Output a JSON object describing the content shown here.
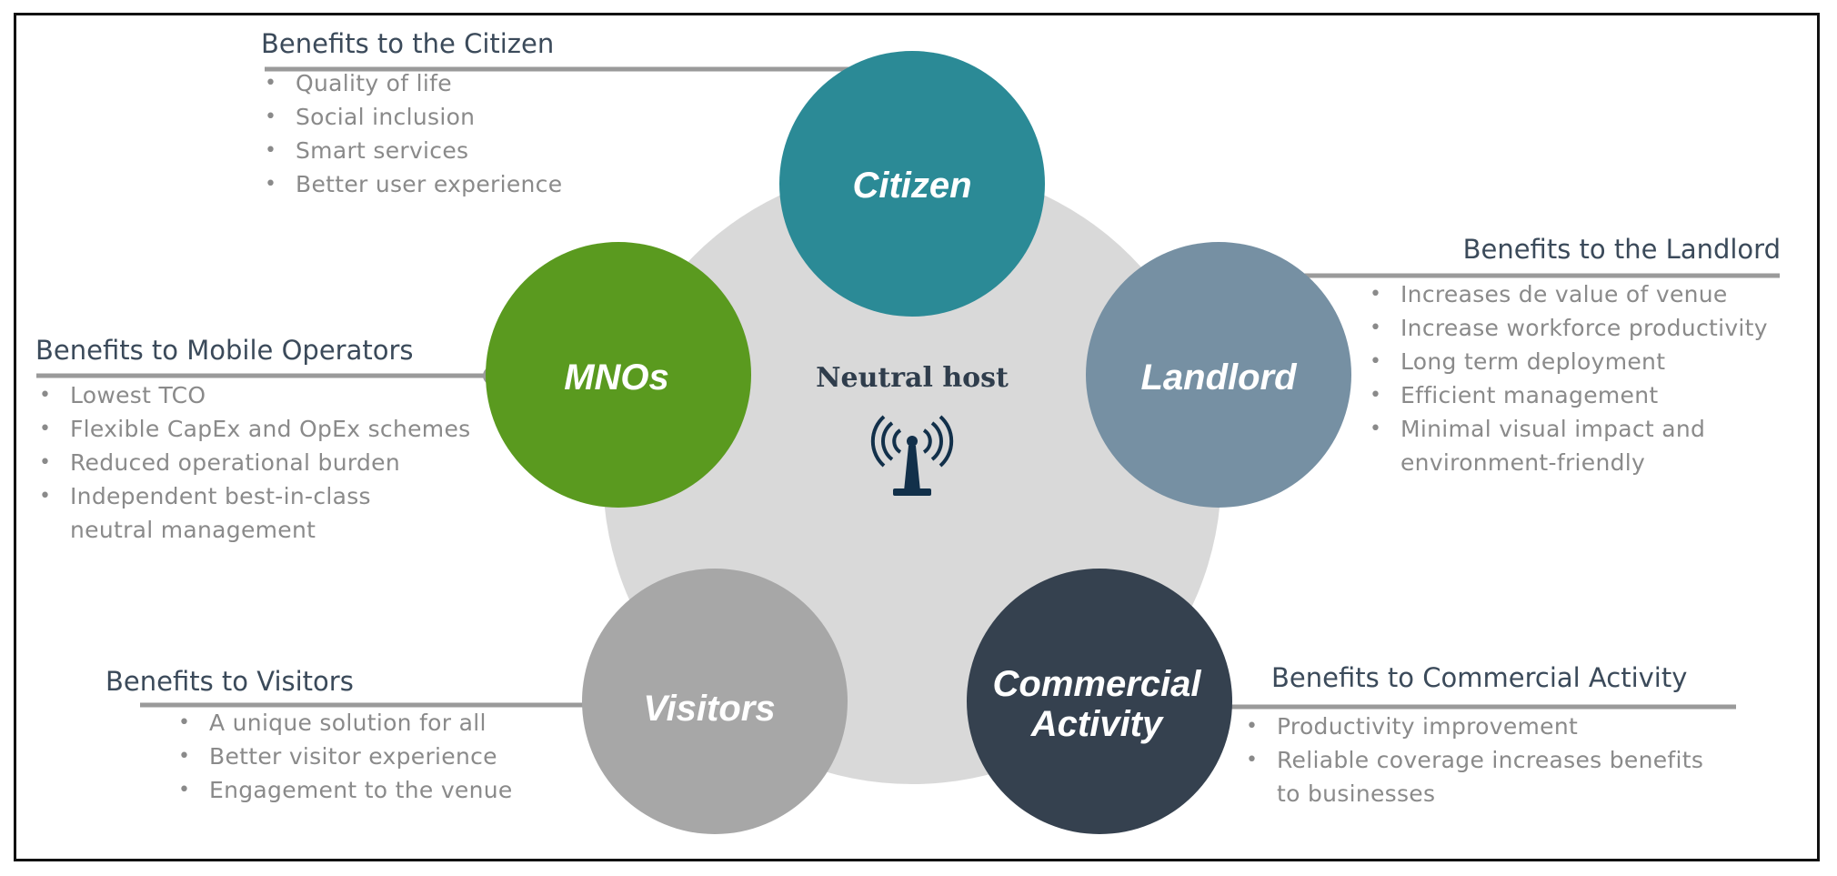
{
  "hub": {
    "label": "Neutral host",
    "icon": "antenna-broadcast-icon",
    "colors": {
      "hub_disc": "#d9d9d9",
      "icon": "#12304a",
      "hub_text": "#2f3d4c"
    }
  },
  "nodes": [
    {
      "id": "citizen",
      "label_lines": [
        "Citizen"
      ],
      "color": "#2b8a96"
    },
    {
      "id": "landlord",
      "label_lines": [
        "Landlord"
      ],
      "color": "#7690a3"
    },
    {
      "id": "commercial",
      "label_lines": [
        "Commercial",
        "Activity"
      ],
      "color": "#35414f"
    },
    {
      "id": "visitors",
      "label_lines": [
        "Visitors"
      ],
      "color": "#a7a7a7"
    },
    {
      "id": "mnos",
      "label_lines": [
        "MNOs"
      ],
      "color": "#5a9a1f"
    }
  ],
  "benefits": {
    "citizen": {
      "title": "Benefits to the Citizen",
      "items": [
        "Quality of life",
        "Social inclusion",
        "Smart services",
        "Better user experience"
      ]
    },
    "landlord": {
      "title": "Benefits to the Landlord",
      "items": [
        "Increases de value of venue",
        "Increase workforce productivity",
        "Long term deployment",
        "Efficient management",
        "Minimal visual impact and environment-friendly"
      ]
    },
    "mnos": {
      "title": "Benefits to Mobile Operators",
      "items": [
        "Lowest TCO",
        "Flexible CapEx and OpEx schemes",
        "Reduced operational burden",
        "Independent best-in-class neutral management"
      ]
    },
    "visitors": {
      "title": "Benefits to Visitors",
      "items": [
        "A unique solution for all",
        "Better visitor experience",
        "Engagement to the venue"
      ]
    },
    "commercial": {
      "title": "Benefits to Commercial Activity",
      "items": [
        "Productivity improvement",
        "Reliable coverage increases benefits to businesses"
      ]
    }
  },
  "bullet_char": "•",
  "colors": {
    "connector": "#9a9a9a",
    "title_text": "#3b4a5a",
    "item_text": "#8a8a8a",
    "node_label": "#ffffff"
  }
}
